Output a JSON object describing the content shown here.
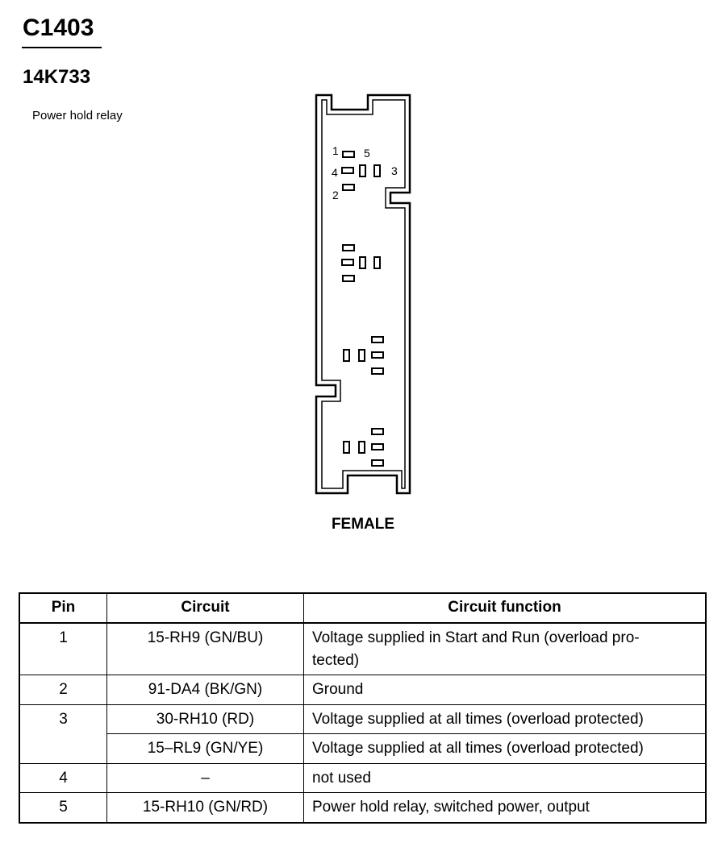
{
  "header": {
    "connector_id": "C1403",
    "part_number": "14K733",
    "description": "Power hold relay"
  },
  "diagram": {
    "gender": "FEMALE",
    "pin_labels": [
      "1",
      "5",
      "4",
      "3",
      "2"
    ]
  },
  "table": {
    "headers": [
      "Pin",
      "Circuit",
      "Circuit function"
    ],
    "rows": [
      {
        "pin": "1",
        "circuit": "15-RH9 (GN/BU)",
        "function": "Voltage supplied in Start and Run (overload pro-\ntected)"
      },
      {
        "pin": "2",
        "circuit": "91-DA4 (BK/GN)",
        "function": "Ground"
      },
      {
        "pin": "3",
        "circuit": "30-RH10 (RD)",
        "function": "Voltage supplied at all times (overload protected)"
      },
      {
        "pin": "",
        "circuit": "15–RL9 (GN/YE)",
        "function": "Voltage supplied at all times (overload protected)"
      },
      {
        "pin": "4",
        "circuit": "–",
        "function": "not used"
      },
      {
        "pin": "5",
        "circuit": "15-RH10 (GN/RD)",
        "function": "Power hold relay, switched power, output"
      }
    ]
  }
}
